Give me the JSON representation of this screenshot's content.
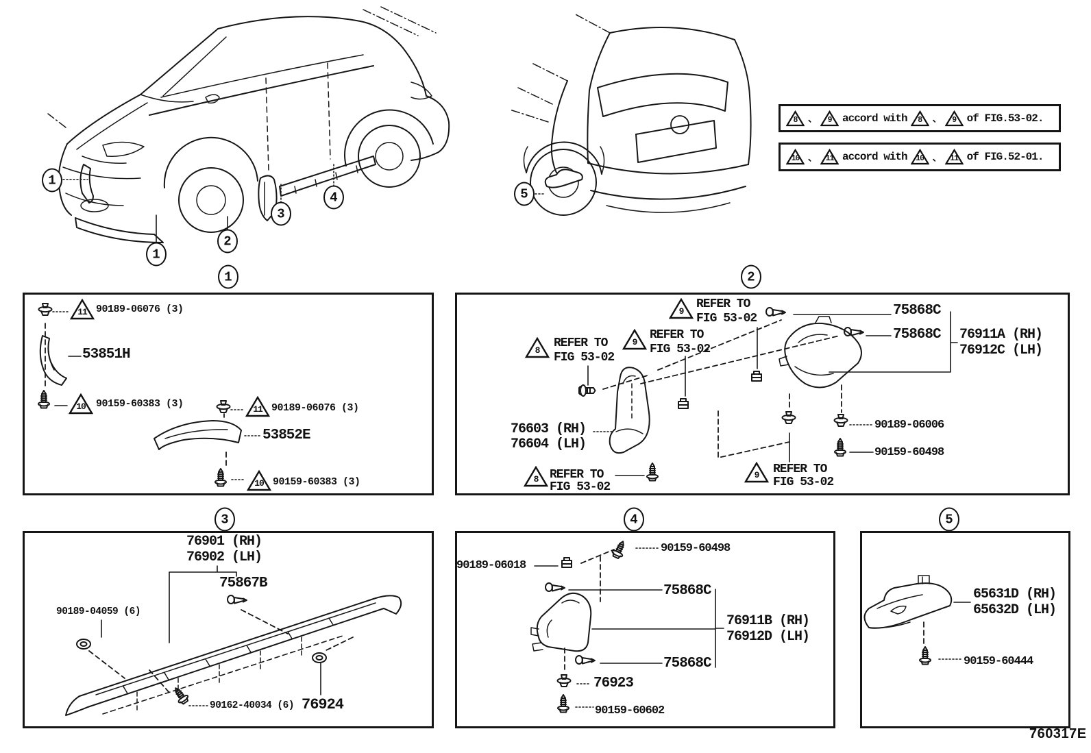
{
  "strings": {
    "refer_line1": "REFER TO",
    "refer_line2": "FIG 53-02",
    "comma": "、"
  },
  "legend": {
    "row1": {
      "t1": "8",
      "t2": "9",
      "accord": "accord with",
      "t3": "8",
      "t4": "9",
      "of": "of FIG.53-02."
    },
    "row2": {
      "t1": "10",
      "t2": "11",
      "accord": "accord with",
      "t3": "10",
      "t4": "11",
      "of": "of FIG.52-01."
    }
  },
  "callouts": {
    "c1": "1",
    "c2": "2",
    "c3": "3",
    "c4": "4",
    "c5": "5"
  },
  "box1": {
    "tri_a": "11",
    "f1": "90189-06076 (3)",
    "part1": "53851H",
    "tri_b": "10",
    "f2": "90159-60383 (3)",
    "tri_c": "11",
    "f3": "90189-06076 (3)",
    "part2": "53852E",
    "tri_d": "10",
    "f4": "90159-60383 (3)"
  },
  "box2": {
    "tri8": "8",
    "tri9": "9",
    "part_rh": "76603 (RH)",
    "part_lh": "76604 (LH)",
    "clip1": "75868C",
    "clip2": "75868C",
    "spat_rh": "76911A (RH)",
    "spat_lh": "76912C (LH)",
    "fast1": "90189-06006",
    "fast2": "90159-60498"
  },
  "box3": {
    "part_rh": "76901 (RH)",
    "part_lh": "76902 (LH)",
    "clip": "75867B",
    "fast1": "90189-04059 (6)",
    "fast2": "90162-40034 (6)",
    "retainer": "76924"
  },
  "box4": {
    "fast_top": "90159-60498",
    "fast_left": "90189-06018",
    "clip_a": "75868C",
    "spat_rh": "76911B (RH)",
    "spat_lh": "76912D (LH)",
    "clip_b": "75868C",
    "retainer": "76923",
    "fast_bottom": "90159-60602"
  },
  "box5": {
    "part_rh": "65631D (RH)",
    "part_lh": "65632D (LH)",
    "fast": "90159-60444"
  },
  "footer": {
    "figure_code": "760317E"
  }
}
